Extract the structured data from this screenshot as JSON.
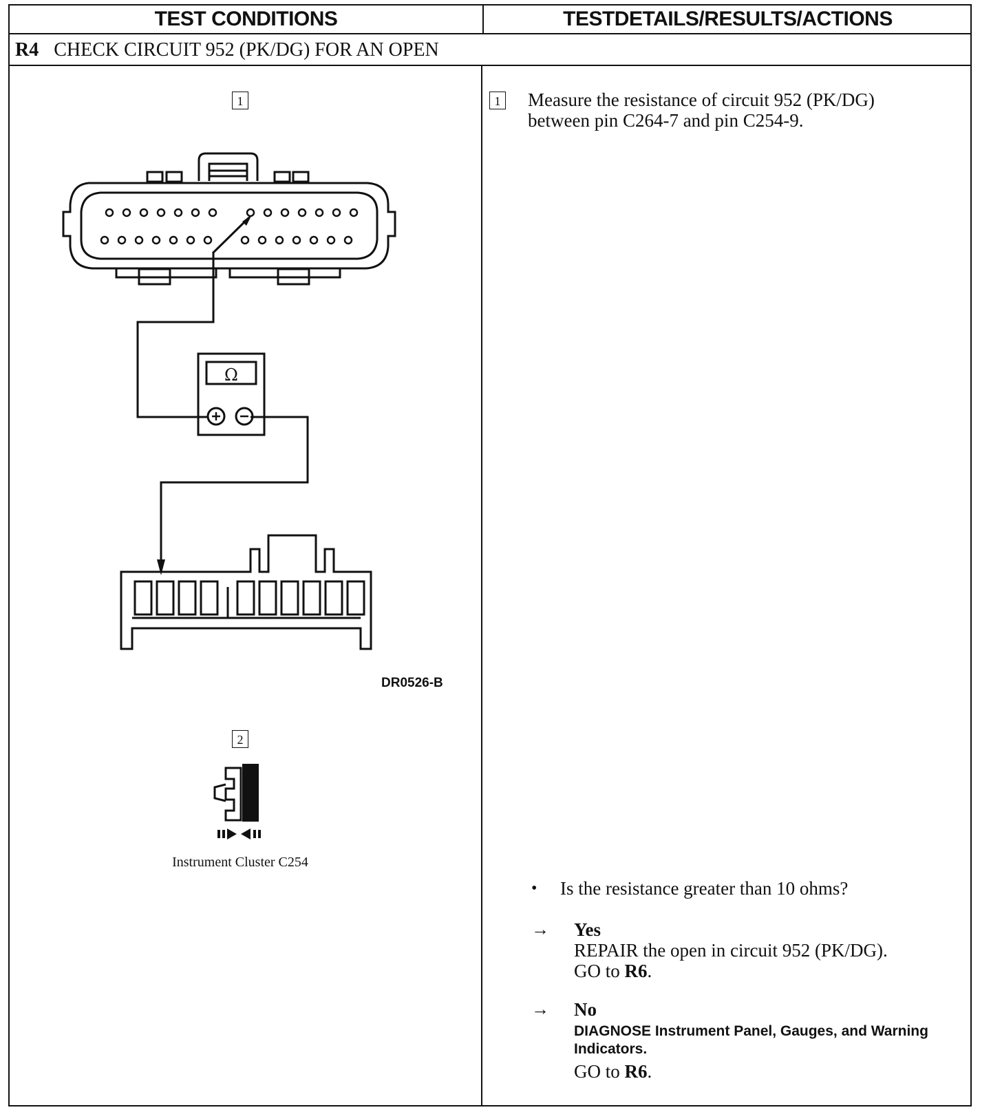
{
  "headers": {
    "left": "TEST CONDITIONS",
    "right": "TESTDETAILS/RESULTS/ACTIONS"
  },
  "step": {
    "code": "R4",
    "title": "CHECK CIRCUIT 952 (PK/DG) FOR AN OPEN"
  },
  "figure1": {
    "callout": "1",
    "meter_symbol": "Ω",
    "figure_id": "DR0526-B"
  },
  "figure2": {
    "callout": "2",
    "caption": "Instrument Cluster C254"
  },
  "details": {
    "callout": "1",
    "instruction": "Measure the resistance of circuit 952 (PK/DG) between pin C264-7 and pin C254-9.",
    "question": "Is the resistance greater than 10 ohms?",
    "yes": {
      "label": "Yes",
      "action": "REPAIR the open in circuit 952 (PK/DG).",
      "goto_prefix": "GO to ",
      "goto_target": "R6",
      "goto_suffix": "."
    },
    "no": {
      "label": "No",
      "action": "DIAGNOSE Instrument Panel, Gauges, and Warning Indicators.",
      "goto_prefix": "GO to ",
      "goto_target": "R6",
      "goto_suffix": "."
    }
  },
  "icons": {
    "bullet": "bullet-icon",
    "arrow": "right-arrow-icon",
    "connector": "connector-disconnect-icon",
    "meter": "ohmmeter-icon"
  }
}
